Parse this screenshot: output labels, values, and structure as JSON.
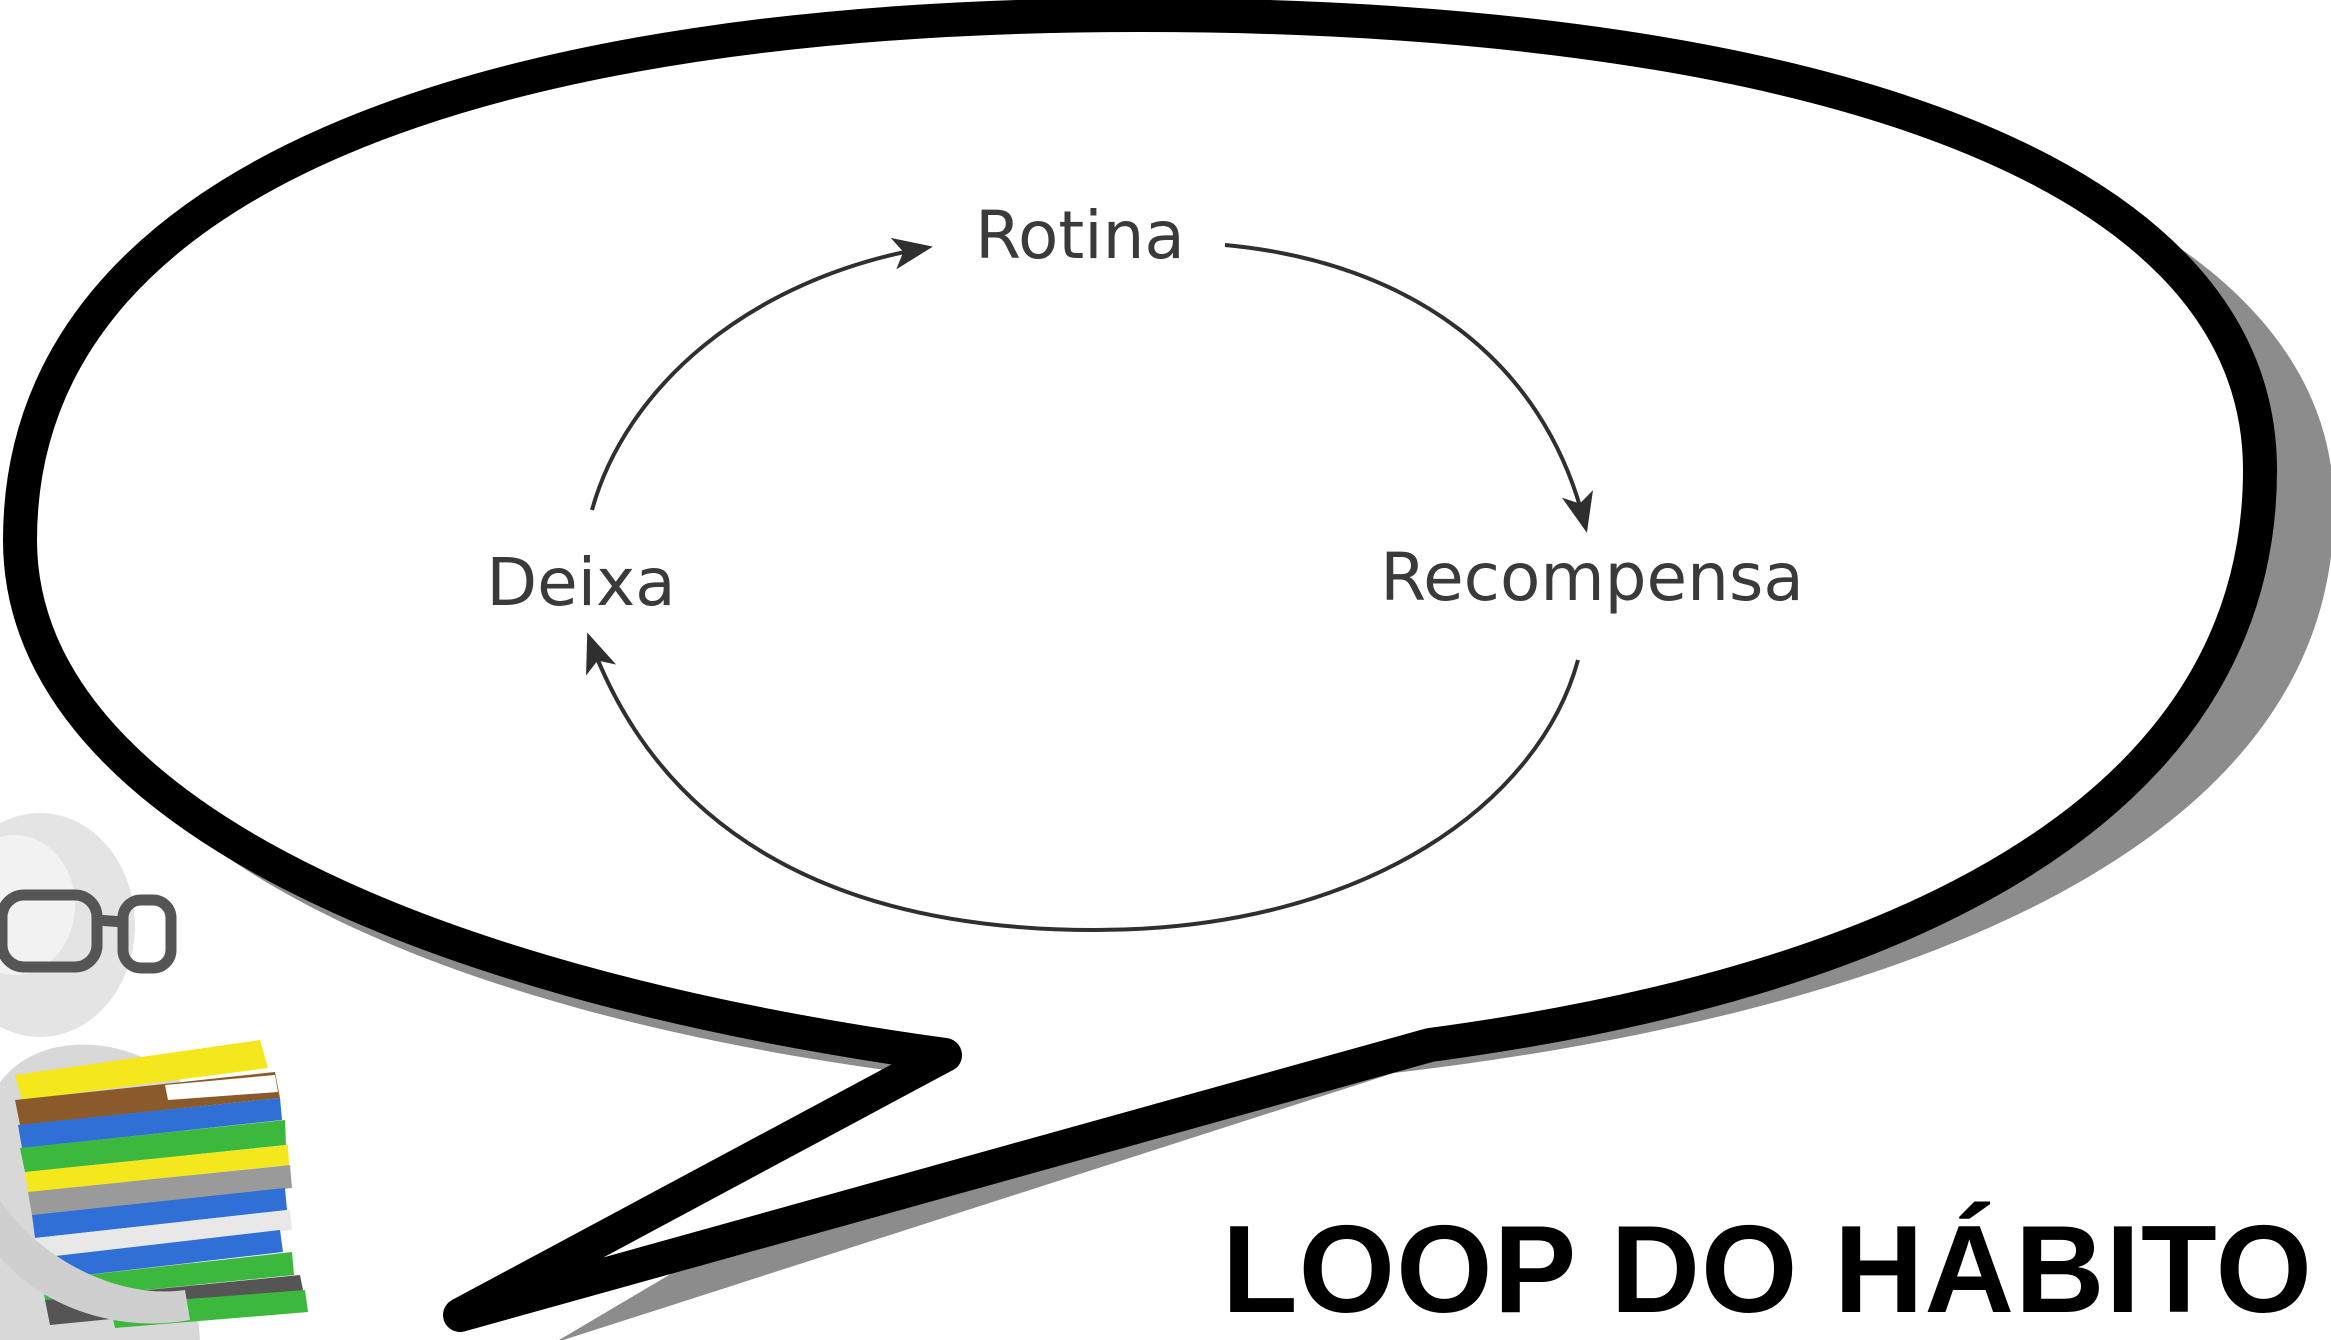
{
  "diagram": {
    "nodes": {
      "routine": "Rotina",
      "reward": "Recompensa",
      "cue": "Deixa"
    }
  },
  "title": "LOOP DO HÁBITO",
  "illustration": {
    "subject": "3d-figure-with-glasses-holding-book-stack-icon",
    "book_colors": [
      "#f4e81c",
      "#2f6fd6",
      "#3cb83c",
      "#9a9a9a",
      "#e8e8e8",
      "#8a5a2b"
    ]
  },
  "colors": {
    "bubble_outline": "#000000",
    "bubble_shadow": "#8c8c8c",
    "arrow": "#2f2f2f",
    "label": "#3a3a3a"
  }
}
